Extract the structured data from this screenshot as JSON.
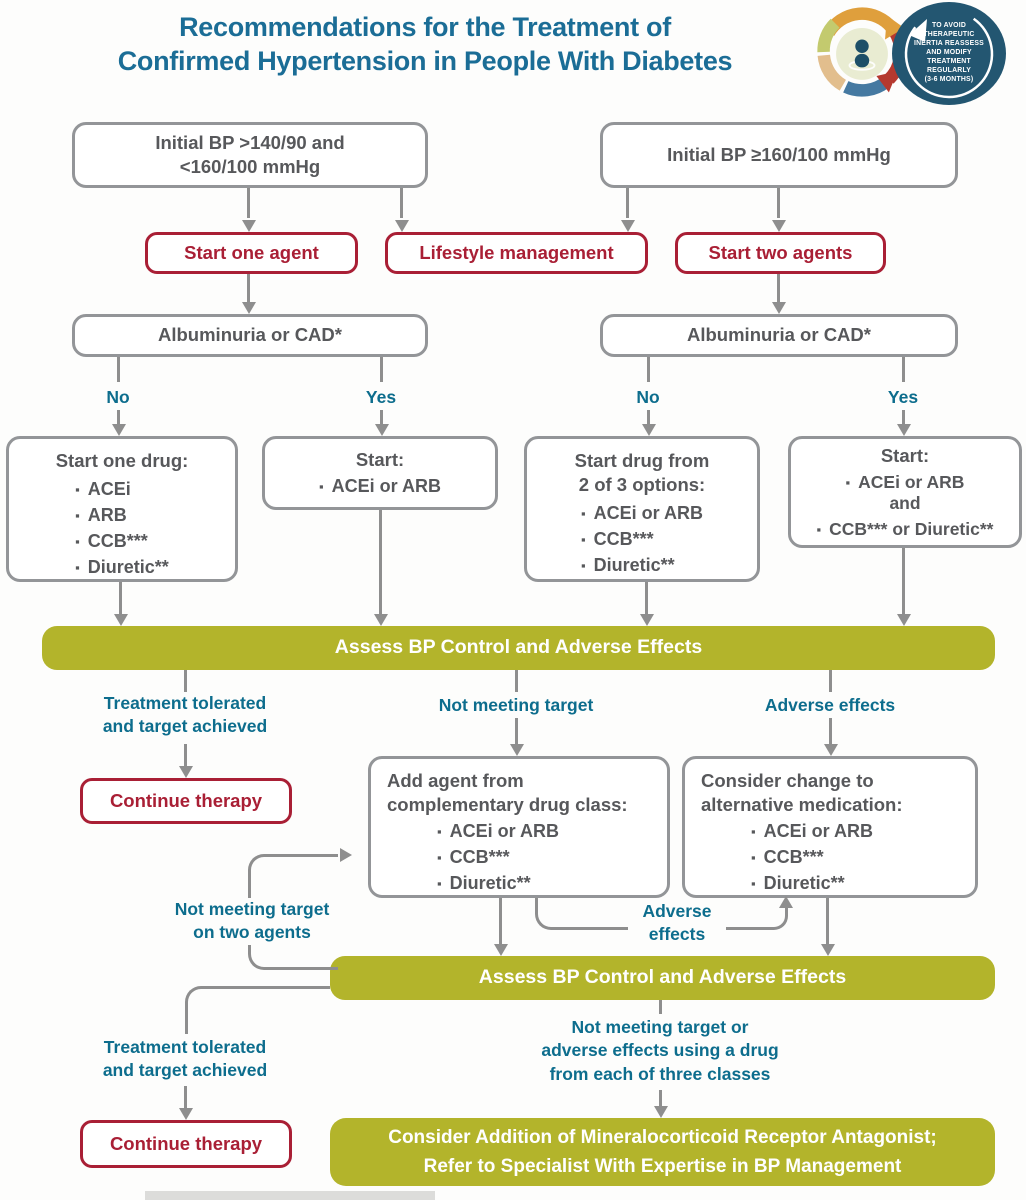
{
  "title": {
    "line1": "Recommendations for the Treatment of",
    "line2": "Confirmed Hypertension in People With Diabetes"
  },
  "badge": {
    "lines": [
      "TO AVOID",
      "THERAPEUTIC",
      "INERTIA REASSESS",
      "AND MODIFY",
      "TREATMENT",
      "REGULARLY",
      "(3-6 MONTHS)"
    ]
  },
  "colors": {
    "title_blue": "#1b6d96",
    "label_teal": "#0d6d8d",
    "red": "#a91f35",
    "olive_green": "#b3b42b",
    "border_gray": "#939598",
    "text_gray": "#57585b",
    "arrow_gray": "#8e8e8e",
    "badge_navy": "#235671"
  },
  "flow": {
    "bp_moderate_line1": "Initial BP >140/90 and",
    "bp_moderate_line2": "<160/100 mmHg",
    "bp_severe": "Initial BP ≥160/100 mmHg",
    "start_one_agent": "Start one agent",
    "lifestyle_management": "Lifestyle management",
    "start_two_agents": "Start two agents",
    "albuminuria": "Albuminuria or CAD*",
    "no": "No",
    "yes": "Yes",
    "start_one_drug": {
      "title": "Start one drug:",
      "items": [
        "ACEi",
        "ARB",
        "CCB***",
        "Diuretic**"
      ]
    },
    "start_single": {
      "title": "Start:",
      "items": [
        "ACEi or ARB"
      ]
    },
    "start_two_of_three": {
      "title_line1": "Start drug from",
      "title_line2": "2 of 3 options:",
      "items": [
        "ACEi or ARB",
        "CCB***",
        "Diuretic**"
      ]
    },
    "start_combination": {
      "title": "Start:",
      "item1": "ACEi or ARB",
      "conjunction": "and",
      "item2": "CCB*** or Diuretic**"
    },
    "assess_bar_1": "Assess BP Control and Adverse Effects",
    "treatment_tolerated_line1": "Treatment tolerated",
    "treatment_tolerated_line2": "and target achieved",
    "not_meeting_target": "Not meeting target",
    "adverse_effects": "Adverse effects",
    "continue_therapy": "Continue therapy",
    "add_agent": {
      "title_line1": "Add agent from",
      "title_line2": "complementary drug class:",
      "items": [
        "ACEi or ARB",
        "CCB***",
        "Diuretic**"
      ]
    },
    "consider_change": {
      "title_line1": "Consider change to",
      "title_line2": "alternative medication:",
      "items": [
        "ACEi or ARB",
        "CCB***",
        "Diuretic**"
      ]
    },
    "not_meeting_two_line1": "Not meeting target",
    "not_meeting_two_line2": "on two agents",
    "adverse_effects_2_line1": "Adverse",
    "adverse_effects_2_line2": "effects",
    "assess_bar_2": "Assess BP Control and Adverse Effects",
    "treatment_tolerated_2_line1": "Treatment tolerated",
    "treatment_tolerated_2_line2": "and target achieved",
    "continue_therapy_2": "Continue therapy",
    "not_meeting_three_line1": "Not meeting target or",
    "not_meeting_three_line2": "adverse effects using a drug",
    "not_meeting_three_line3": "from each of three classes",
    "final_line1": "Consider Addition of Mineralocorticoid Receptor Antagonist;",
    "final_line2": "Refer to Specialist With Expertise in BP Management"
  }
}
